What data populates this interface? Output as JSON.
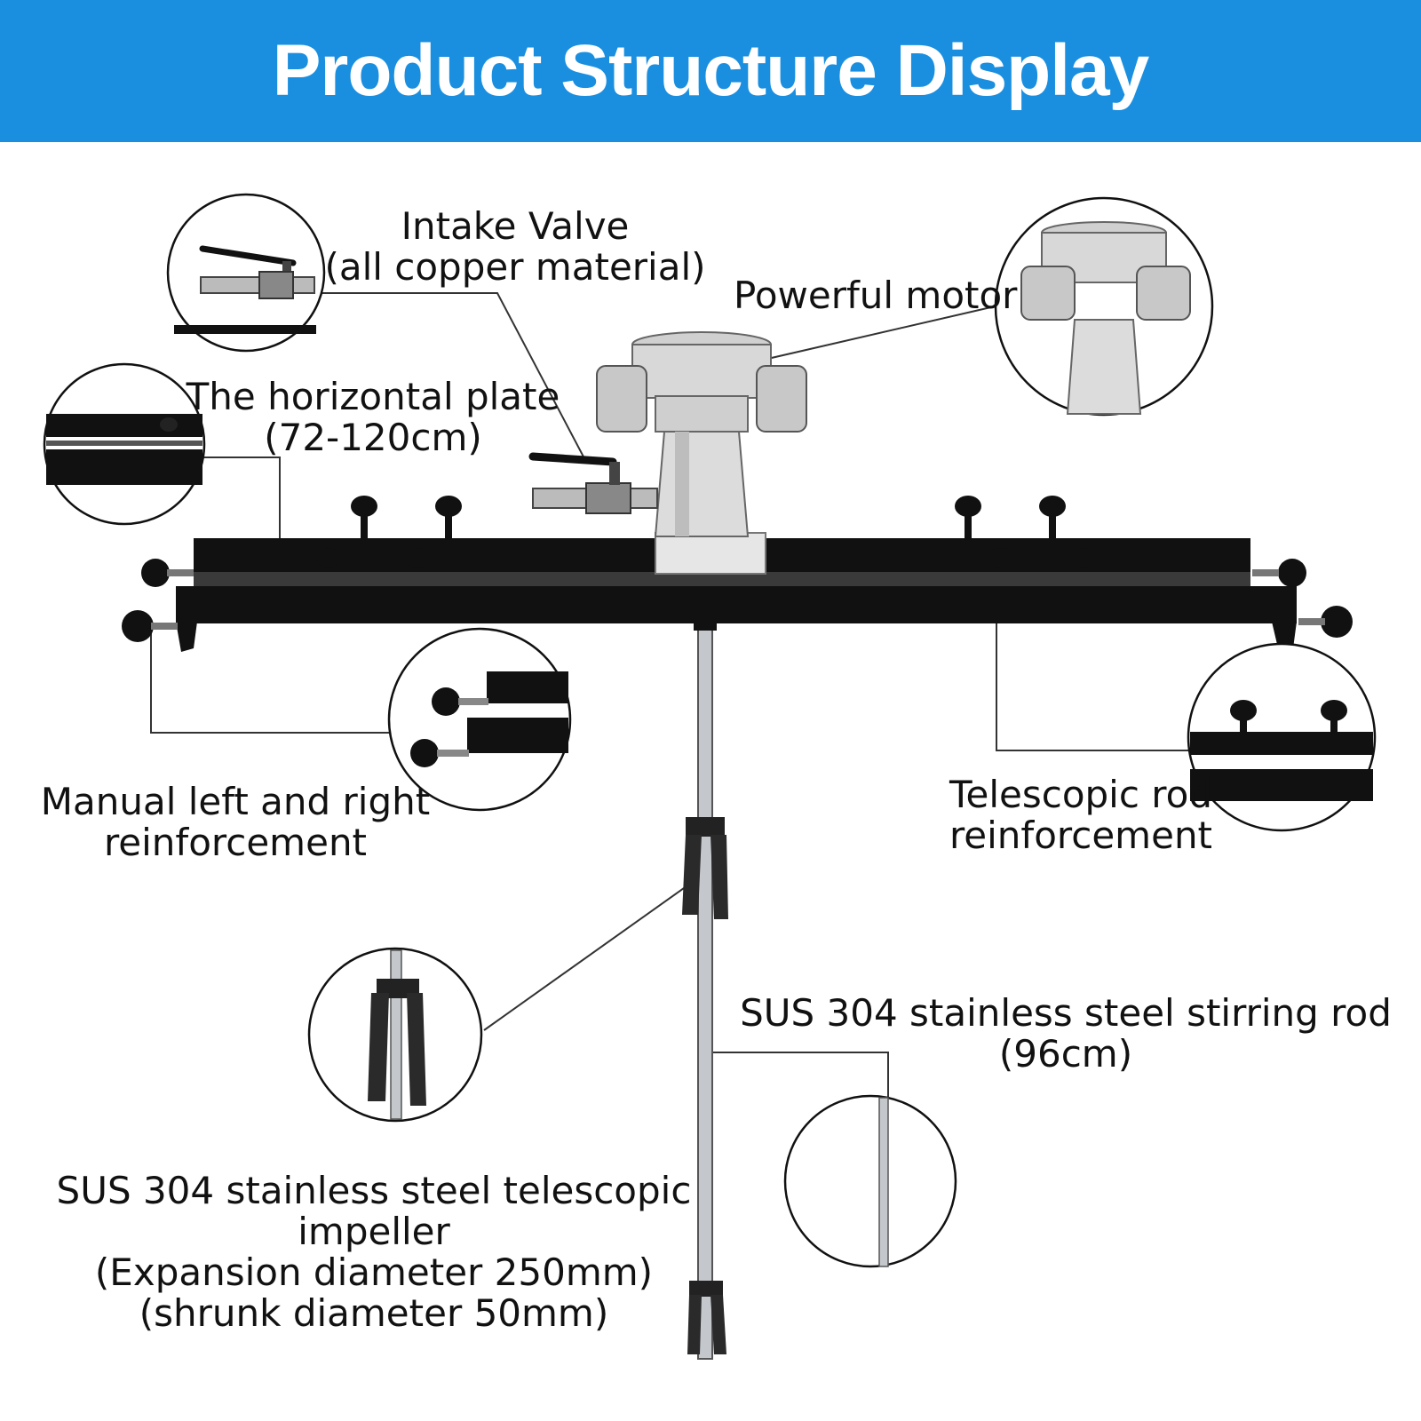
{
  "header": {
    "title": "Product Structure Display"
  },
  "colors": {
    "banner": "#1a8fe0",
    "frame": "#111111",
    "steel": "#b8bcc0",
    "line": "#333333"
  },
  "labels": {
    "intake_valve": {
      "line1": "Intake Valve",
      "line2": "(all copper material)"
    },
    "motor": {
      "line1": "Powerful motor"
    },
    "horizontal_plate": {
      "line1": "The horizontal plate",
      "line2": "(72-120cm)"
    },
    "manual_reinforcement": {
      "line1": "Manual left and right",
      "line2": "reinforcement"
    },
    "telescopic_rod": {
      "line1": "Telescopic rod",
      "line2": "reinforcement"
    },
    "stirring_rod": {
      "line1": "SUS 304 stainless steel stirring rod",
      "line2": "(96cm)"
    },
    "impeller": {
      "line1": "SUS 304 stainless steel telescopic",
      "line2": "impeller",
      "line3": "(Expansion diameter 250mm)",
      "line4": "(shrunk diameter 50mm)"
    }
  }
}
